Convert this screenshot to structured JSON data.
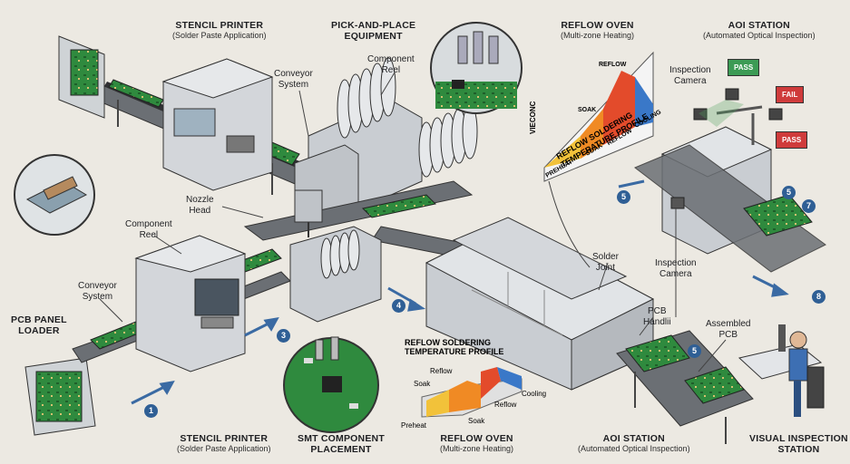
{
  "labels": {
    "stencil_top": {
      "title": "STENCIL PRINTER",
      "sub": "(Solder Paste Application)"
    },
    "pick_place": {
      "title": "PICK-AND-PLACE",
      "sub": "EQUIPMENT"
    },
    "reflow_top": {
      "title": "REFLOW OVEN",
      "sub": "(Multi-zone Heating)"
    },
    "aoi_top": {
      "title": "AOI STATION",
      "sub": "(Automated Optical Inspection)"
    },
    "conveyor_top": "Conveyor\nSystem",
    "component_reel_top": "Component\nReel",
    "inspection_camera_top": "Inspection\nCamera",
    "nozzle_head": "Nozzle\nHead",
    "component_reel_mid": "Component\nReel",
    "conveyor_left": "Conveyor\nSystem",
    "pcb_loader": {
      "title": "PCB PANEL",
      "sub": "LOADER"
    },
    "solder_joint": "Solder\nJoint",
    "inspection_camera_mid": "Inspection\nCamera",
    "pcb_handling": "PCB\nHandlii",
    "assembled_pcb": "Assembled\nPCB",
    "stencil_bottom": {
      "title": "STENCIL PRINTER",
      "sub": "(Solder Paste Application)"
    },
    "smt_placement": {
      "title": "SMT COMPONENT",
      "sub": "PLACEMENT"
    },
    "reflow_bottom": {
      "title": "REFLOW OVEN",
      "sub": "(Multi-zone Heating)"
    },
    "aoi_bottom": {
      "title": "AOI STATION",
      "sub": "(Automated Optical Inspection)"
    },
    "visual_inspection": {
      "title": "VISUAL INSPECTION",
      "sub": "STATION"
    }
  },
  "profile_top": {
    "title": "REFLOW SOLDERING\nTEMPERATURE PROFILE",
    "vaxis": "VIECONC",
    "stages": [
      "PREHEAT",
      "SOAK",
      "REFLOW",
      "COOLING"
    ],
    "peak": "REFLOW",
    "plateau": "SOAK"
  },
  "profile_bottom": {
    "title": "REFLOW SOLDERING\nTEMPERATURE PROFILE",
    "stages": [
      "Preheat",
      "Soak",
      "Reflow",
      "Cooling"
    ],
    "upper_soak": "Soak",
    "upper_reflow": "Reflow"
  },
  "aoi_results": [
    "PASS",
    "FAIL",
    "PASS"
  ],
  "tag_colors": {
    "pass": "#3c9b55",
    "fail": "#cf3b3b"
  },
  "step_numbers": [
    "1",
    "3",
    "4",
    "5",
    "5",
    "5",
    "7",
    "8"
  ],
  "profile_colors": {
    "preheat": "#f2c23a",
    "soak": "#f08a24",
    "reflow": "#e34b2b",
    "cooling": "#3a78c8"
  },
  "machine_color": "#c9cdd2",
  "pcb_color": "#2f8a3e"
}
